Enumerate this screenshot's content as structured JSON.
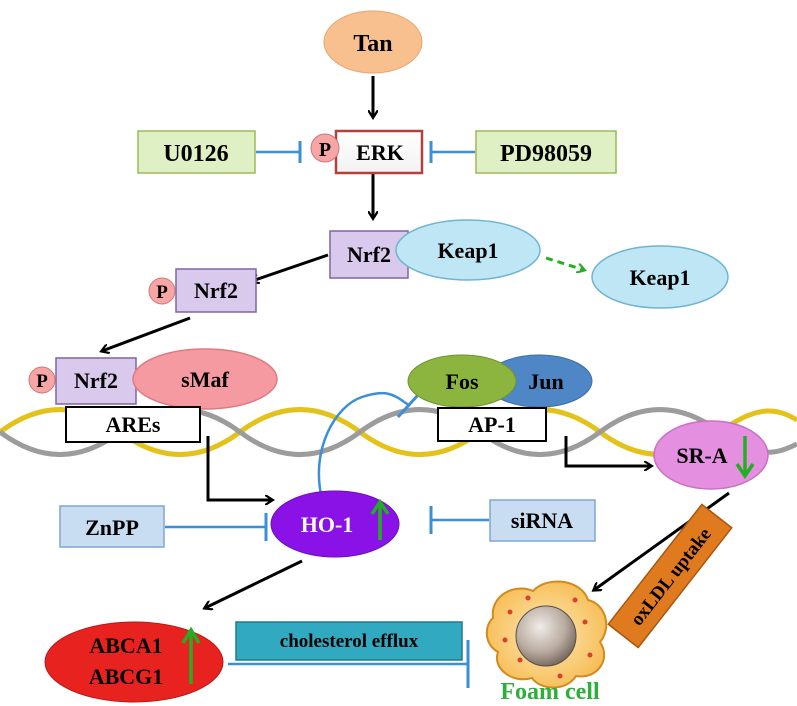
{
  "nodes": {
    "tan": "Tan",
    "u0126": "U0126",
    "p_erk": "P",
    "erk": "ERK",
    "pd98059": "PD98059",
    "nrf2_top": "Nrf2",
    "keap1_bound": "Keap1",
    "keap1_free": "Keap1",
    "p_nrf2_mid": "P",
    "nrf2_mid": "Nrf2",
    "p_nrf2_low": "P",
    "nrf2_low": "Nrf2",
    "smaf": "sMaf",
    "ares": "AREs",
    "fos": "Fos",
    "jun": "Jun",
    "ap1": "AP-1",
    "sra": "SR-A",
    "znpp": "ZnPP",
    "ho1": "HO-1",
    "sirna": "siRNA",
    "oxldl_uptake": "oxLDL uptake",
    "abca1": "ABCA1",
    "abcg1": "ABCG1",
    "cholesterol_efflux": "cholesterol  efflux",
    "foam_cell": "Foam cell"
  },
  "colors": {
    "tan_fill": "#f9c08f",
    "inhibitor_box": "#dff0c5",
    "inhibitor_border": "#9bbb59",
    "nrf2_box": "#d9c9ec",
    "nrf2_border": "#8064a2",
    "keap1_fill": "#bfe6f5",
    "p_circle": "#f7a5a5",
    "smaf_fill": "#f59aa0",
    "fos_fill": "#8bb53f",
    "jun_fill": "#4f86c6",
    "sra_fill": "#e58fe0",
    "ho1_fill": "#8a12e6",
    "znpp_box": "#c9ddf2",
    "abc_fill": "#e8231f",
    "efflux_bar": "#31a9c0",
    "oxldl_bar": "#e07a1f",
    "up_arrow": "#22b022",
    "inhibit_line": "#3b8fd6",
    "foam_text": "#2eae3b"
  }
}
